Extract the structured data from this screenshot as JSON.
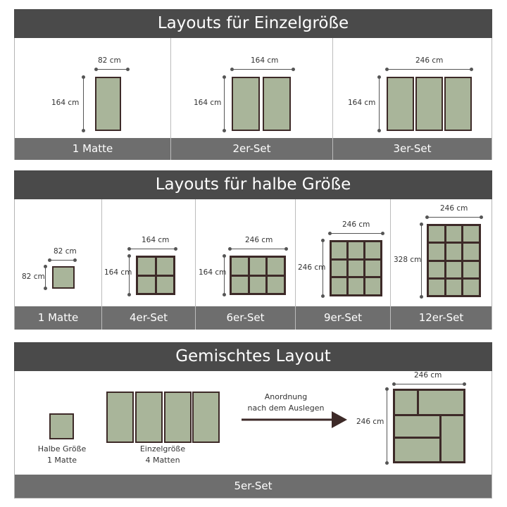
{
  "section1": {
    "title": "Layouts für Einzelgröße",
    "items": [
      {
        "width_label": "82 cm",
        "height_label": "164 cm",
        "caption": "1 Matte"
      },
      {
        "width_label": "164 cm",
        "height_label": "164 cm",
        "caption": "2er-Set"
      },
      {
        "width_label": "246 cm",
        "height_label": "164 cm",
        "caption": "3er-Set"
      }
    ]
  },
  "section2": {
    "title": "Layouts für halbe Größe",
    "items": [
      {
        "width_label": "82 cm",
        "height_label": "82 cm",
        "caption": "1 Matte"
      },
      {
        "width_label": "164 cm",
        "height_label": "164 cm",
        "caption": "4er-Set"
      },
      {
        "width_label": "246 cm",
        "height_label": "164 cm",
        "caption": "6er-Set"
      },
      {
        "width_label": "246 cm",
        "height_label": "246 cm",
        "caption": "9er-Set"
      },
      {
        "width_label": "246 cm",
        "height_label": "328 cm",
        "caption": "12er-Set"
      }
    ]
  },
  "section3": {
    "title": "Gemischtes Layout",
    "half_caption": [
      "Halbe Größe",
      "1 Matte"
    ],
    "single_caption": [
      "Einzelgröße",
      "4 Matten"
    ],
    "arrow_caption": [
      "Anordnung",
      "nach dem Auslegen"
    ],
    "width_label": "246 cm",
    "height_label": "246 cm",
    "footer": "5er-Set"
  },
  "colors": {
    "mat_fill": "#a9b59a",
    "mat_border": "#3d2a28",
    "header": "#4a4a4a",
    "footer": "#6e6e6e"
  }
}
